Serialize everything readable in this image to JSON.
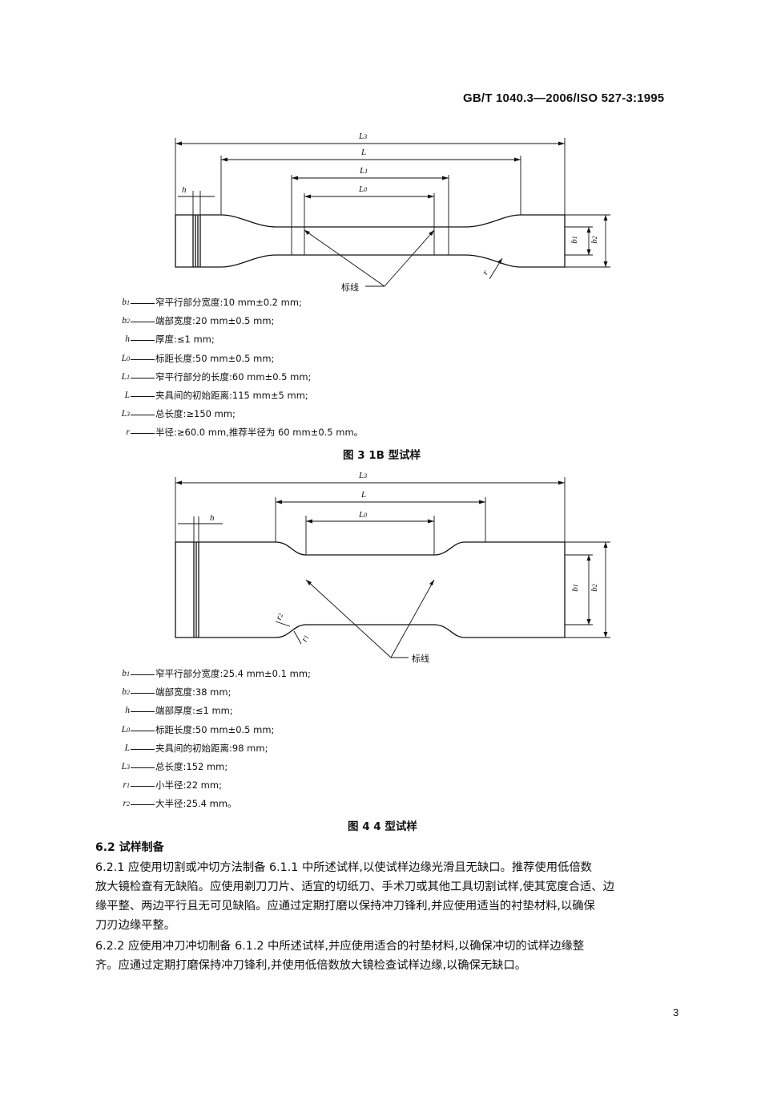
{
  "header": "GB/T 1040.3—2006/ISO 527-3:1995",
  "fig3": {
    "dims": {
      "L3": "L",
      "L3sub": "3",
      "L": "L",
      "L1": "L",
      "L1sub": "1",
      "L0": "L",
      "L0sub": "0",
      "h": "h",
      "b1": "b",
      "b1sub": "1",
      "b2": "b",
      "b2sub": "2",
      "r": "r"
    },
    "gauge_label": "标线",
    "legend": [
      {
        "sym": "b",
        "sub": "1",
        "text": "窄平行部分宽度:10 mm±0.2 mm;"
      },
      {
        "sym": "b",
        "sub": "2",
        "text": "端部宽度:20 mm±0.5 mm;"
      },
      {
        "sym": "h",
        "sub": "",
        "text": "厚度:≤1 mm;"
      },
      {
        "sym": "L",
        "sub": "0",
        "text": "标距长度:50 mm±0.5 mm;"
      },
      {
        "sym": "L",
        "sub": "1",
        "text": "窄平行部分的长度:60 mm±0.5 mm;"
      },
      {
        "sym": "L",
        "sub": "",
        "text": "夹具间的初始距离:115 mm±5 mm;"
      },
      {
        "sym": "L",
        "sub": "3",
        "text": "总长度:≥150 mm;"
      },
      {
        "sym": "r",
        "sub": "",
        "text": "半径:≥60.0 mm,推荐半径为 60 mm±0.5 mm。"
      }
    ],
    "caption": "图 3   1B 型试样"
  },
  "fig4": {
    "dims": {
      "L3": "L",
      "L3sub": "3",
      "L": "L",
      "L0": "L",
      "L0sub": "0",
      "h": "h",
      "b1": "b",
      "b1sub": "1",
      "b2": "b",
      "b2sub": "2",
      "r1": "r",
      "r1sub": "1",
      "r2": "r",
      "r2sub": "2"
    },
    "gauge_label": "标线",
    "legend": [
      {
        "sym": "b",
        "sub": "1",
        "text": "窄平行部分宽度:25.4 mm±0.1 mm;"
      },
      {
        "sym": "b",
        "sub": "2",
        "text": "端部宽度:38 mm;"
      },
      {
        "sym": "h",
        "sub": "",
        "text": "端部厚度:≤1 mm;"
      },
      {
        "sym": "L",
        "sub": "0",
        "text": "标距长度:50 mm±0.5 mm;"
      },
      {
        "sym": "L",
        "sub": "",
        "text": "夹具间的初始距离:98 mm;"
      },
      {
        "sym": "L",
        "sub": "3",
        "text": "总长度:152 mm;"
      },
      {
        "sym": "r",
        "sub": "1",
        "text": "小半径:22 mm;"
      },
      {
        "sym": "r",
        "sub": "2",
        "text": "大半径:25.4 mm。"
      }
    ],
    "caption": "图 4   4 型试样"
  },
  "section": {
    "heading": "6.2  试样制备",
    "p1_lines": [
      "6.2.1    应使用切割或冲切方法制备 6.1.1 中所述试样,以使试样边缘光滑且无缺口。推荐使用低倍数",
      "放大镜检查有无缺陷。应使用剃刀刀片、适宜的切纸刀、手术刀或其他工具切割试样,使其宽度合适、边",
      "缘平整、两边平行且无可见缺陷。应通过定期打磨以保持冲刀锋利,并应使用适当的衬垫材料,以确保",
      "刀刃边缘平整。"
    ],
    "p2_lines": [
      "6.2.2    应使用冲刀冲切制备 6.1.2 中所述试样,并应使用适合的衬垫材料,以确保冲切的试样边缘整",
      "齐。应通过定期打磨保持冲刀锋利,并使用低倍数放大镜检查试样边缘,以确保无缺口。"
    ]
  },
  "page_number": "3"
}
